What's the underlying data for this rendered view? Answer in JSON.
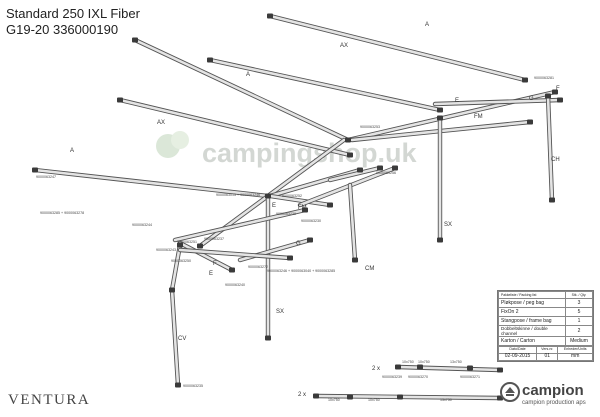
{
  "title": {
    "line1": "Standard 250 IXL Fiber",
    "line2": "G19-20 336000190"
  },
  "watermark": "campingshop.uk",
  "part_labels": {
    "a_top": "A",
    "ax_top": "AX",
    "a_mid": "A",
    "ax_left": "AX",
    "a_left": "A",
    "e": "E",
    "f_right": "F",
    "g_right": "G",
    "fm_right": "FM",
    "ch": "CH",
    "sx_right": "SX",
    "fm_mid": "FM",
    "e_mid": "E",
    "g_mid": "G",
    "cm": "CM",
    "f_left": "F",
    "e_left": "E",
    "sx_left": "SX",
    "cv": "CV"
  },
  "part_codes": {
    "c1": "9000063281",
    "c2": "9000063253",
    "c3": "9000063256",
    "c4": "9000063247",
    "c5": "9000063285 + 9000063278",
    "c6": "9000063244",
    "c7": "9000063015 + 9000063246",
    "c8": "9000063252",
    "c9": "9000063251",
    "c10": "9000063250",
    "c11": "9000063243",
    "c12": "9000063246 + 9000063040 + 9000063285",
    "c13": "9000063235",
    "c14": "9000063239",
    "c15": "9000063240",
    "c16": "9000063272",
    "c17": "9000063237",
    "c18": "9000063230"
  },
  "loose": {
    "row1_mult": "2 x",
    "row2_mult": "2 x",
    "row1_codes": [
      "10x750",
      "10x750",
      "13x750"
    ],
    "row2_codes": [
      "10x750",
      "10x750",
      "13x750"
    ],
    "small_codes": [
      "9000063239",
      "9000063270",
      "9000063271"
    ]
  },
  "legend": {
    "header": [
      "Pakkeliste / Packing list",
      "Stk. / Qty."
    ],
    "rows": [
      {
        "label": "Pløkpose / peg bag",
        "qty": "3"
      },
      {
        "label": "FixOn 2",
        "qty": "5"
      },
      {
        "label": "Stangpose / frame bag",
        "qty": "1"
      },
      {
        "label": "Dobbeltskinne / double channel",
        "qty": "2"
      },
      {
        "label": "Karton / Carton",
        "qty": "Medium"
      }
    ],
    "footer_labels": [
      "Dato/Date",
      "Vers.nr.",
      "Enheder/Units"
    ],
    "footer_values": [
      "02-09-2015",
      "01",
      "mm"
    ]
  },
  "brand": {
    "left": "VENTURA",
    "right_name": "campion",
    "right_sub": "campion production aps"
  },
  "colors": {
    "tube": "#e4e4e4",
    "tube_edge": "#555555",
    "joint": "#3a3a3a",
    "watermark": "#d3d7d3"
  }
}
